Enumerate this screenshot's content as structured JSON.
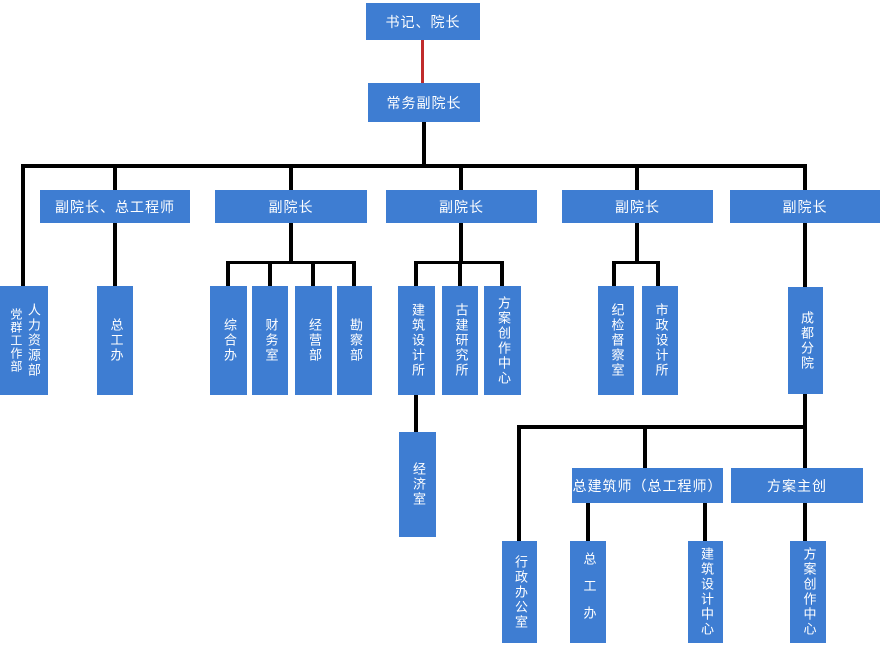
{
  "colors": {
    "node_fill": "#3E7DD2",
    "node_text": "#FFFFFF",
    "connector": "#000000",
    "root_connector": "#C02B2B",
    "background": "#FFFFFF"
  },
  "org": {
    "type": "organization-chart",
    "nodes": {
      "secretary_dean": "书记、院长",
      "executive_vice_dean": "常务副院长",
      "vice_dean_chief_engineer": "副院长、总工程师",
      "vice_dean_a": "副院长",
      "vice_dean_b": "副院长",
      "vice_dean_c": "副院长",
      "vice_dean_d": "副院长",
      "party_mass_work_dept": "党群工作部",
      "hr_dept": "人力资源部",
      "chief_engineer_office": "总工办",
      "general_office": "综合办",
      "finance_office": "财务室",
      "business_dept": "经营部",
      "survey_dept": "勘察部",
      "architecture_design_institute": "建筑设计所",
      "ancient_building_institute": "古建研究所",
      "scheme_creation_center": "方案创作中心",
      "economy_office": "经济室",
      "discipline_inspection_office": "纪检督察室",
      "municipal_design_institute": "市政设计所",
      "chengdu_branch": "成都分院",
      "admin_office": "行政办公室",
      "chief_architect": "总建筑师（总工程师）",
      "branch_chief_engineer_office": "总工办",
      "architecture_design_center": "建筑设计中心",
      "branch_scheme_creation_center": "方案创作中心",
      "scheme_lead": "方案主创"
    },
    "edges": [
      "secretary_dean->executive_vice_dean (red)",
      "executive_vice_dean->vice_dean_chief_engineer",
      "executive_vice_dean->party_mass_work_dept/hr_dept",
      "executive_vice_dean->vice_dean_a",
      "executive_vice_dean->vice_dean_b",
      "executive_vice_dean->vice_dean_c",
      "executive_vice_dean->vice_dean_d",
      "vice_dean_chief_engineer->chief_engineer_office",
      "vice_dean_a->general_office,finance_office,business_dept,survey_dept",
      "vice_dean_b->architecture_design_institute,ancient_building_institute,scheme_creation_center",
      "architecture_design_institute->economy_office",
      "vice_dean_c->discipline_inspection_office,municipal_design_institute",
      "vice_dean_d->chengdu_branch",
      "chengdu_branch->admin_office,chief_architect,scheme_lead",
      "chief_architect->branch_chief_engineer_office,architecture_design_center",
      "scheme_lead->branch_scheme_creation_center"
    ]
  }
}
